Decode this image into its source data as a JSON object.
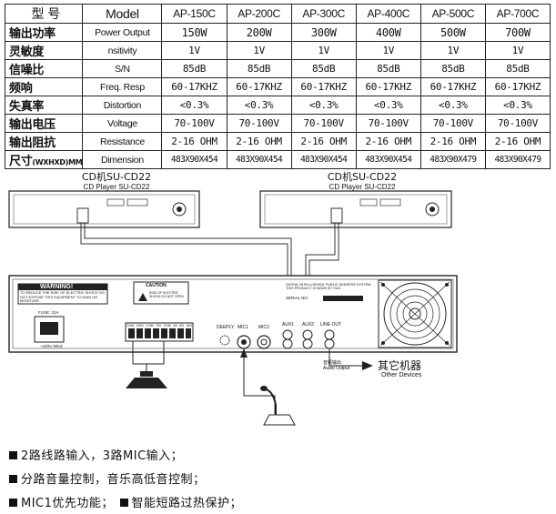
{
  "spec_table": {
    "header": {
      "cn": "型 号",
      "en": "Model",
      "models": [
        "AP-150C",
        "AP-200C",
        "AP-300C",
        "AP-400C",
        "AP-500C",
        "AP-700C"
      ]
    },
    "rows": [
      {
        "cn": "输出功率",
        "en": "Power Output",
        "values": [
          "150W",
          "200W",
          "300W",
          "400W",
          "500W",
          "700W"
        ]
      },
      {
        "cn": "灵敏度",
        "en": "nsitivity",
        "values": [
          "1V",
          "1V",
          "1V",
          "1V",
          "1V",
          "1V"
        ]
      },
      {
        "cn": "信噪比",
        "en": "S/N",
        "values": [
          "85dB",
          "85dB",
          "85dB",
          "85dB",
          "85dB",
          "85dB"
        ]
      },
      {
        "cn": "频响",
        "en": "Freq. Resp",
        "values": [
          "60-17KHZ",
          "60-17KHZ",
          "60-17KHZ",
          "60-17KHZ",
          "60-17KHZ",
          "60-17KHZ"
        ]
      },
      {
        "cn": "失真率",
        "en": "Distortion",
        "values": [
          "<0.3%",
          "<0.3%",
          "<0.3%",
          "<0.3%",
          "<0.3%",
          "<0.3%"
        ]
      },
      {
        "cn": "输出电压",
        "en": "Voltage",
        "values": [
          "70-100V",
          "70-100V",
          "70-100V",
          "70-100V",
          "70-100V",
          "70-100V"
        ]
      },
      {
        "cn": "输出阻抗",
        "en": "Resistance",
        "values": [
          "2-16 OHM",
          "2-16 OHM",
          "2-16 OHM",
          "2-16 OHM",
          "2-16 OHM",
          "2-16 OHM"
        ]
      }
    ],
    "dim_row": {
      "cn": "尺寸",
      "cn_small": "(WXHXD)MM",
      "en": "Dimension",
      "values": [
        "483X90X454",
        "483X90X454",
        "483X90X454",
        "483X90X454",
        "483X90X479",
        "483X90X479"
      ]
    }
  },
  "diagram": {
    "cd_left": {
      "title": "CD机SU-CD22",
      "sub": "CD Player SU-CD22"
    },
    "cd_right": {
      "title": "CD机SU-CD22",
      "sub": "CD Player SU-CD22"
    },
    "warning_title": "WARNING!",
    "warning_text": "TO REDUCE THE RISK OF ELECTRIC SHOCK DO NOT EXPOSE THIS EQUIPMENT TO RAIN OR MOISTURE",
    "caution_title": "CAUTION",
    "caution_text": "RISK OF ELECTRIC SHOCK DO NOT OPEN",
    "fuse_label": "FUSE: 10A",
    "power_label": "~240V 50Hz",
    "terminal_labels": [
      "COM",
      "100V",
      "COM",
      "70V",
      "COM",
      "4Ω",
      "8Ω",
      "16Ω"
    ],
    "deeply_label": "DEEPLY",
    "mic1_label": "MIC1",
    "mic2_label": "MIC2",
    "aux1_label": "AUX1",
    "aux2_label": "AUX2",
    "lineout_label": "LINE OUT",
    "system_text": "DIGITAL INTELLIGENCE PUBLIC ADDRESS SYSTEM THIS PRODUCT IS MADE BY SUU",
    "serial_label": "SERIAL NO.",
    "audio_output_cn": "音频输出",
    "audio_output_en": "Audio Output",
    "other_devices_cn": "其它机器",
    "other_devices_en": "Other Devices"
  },
  "features": [
    "2路线路输入，3路MIC输入；",
    "分路音量控制，音乐高低音控制；",
    "MIC1优先功能；",
    "智能短路过热保护；"
  ]
}
